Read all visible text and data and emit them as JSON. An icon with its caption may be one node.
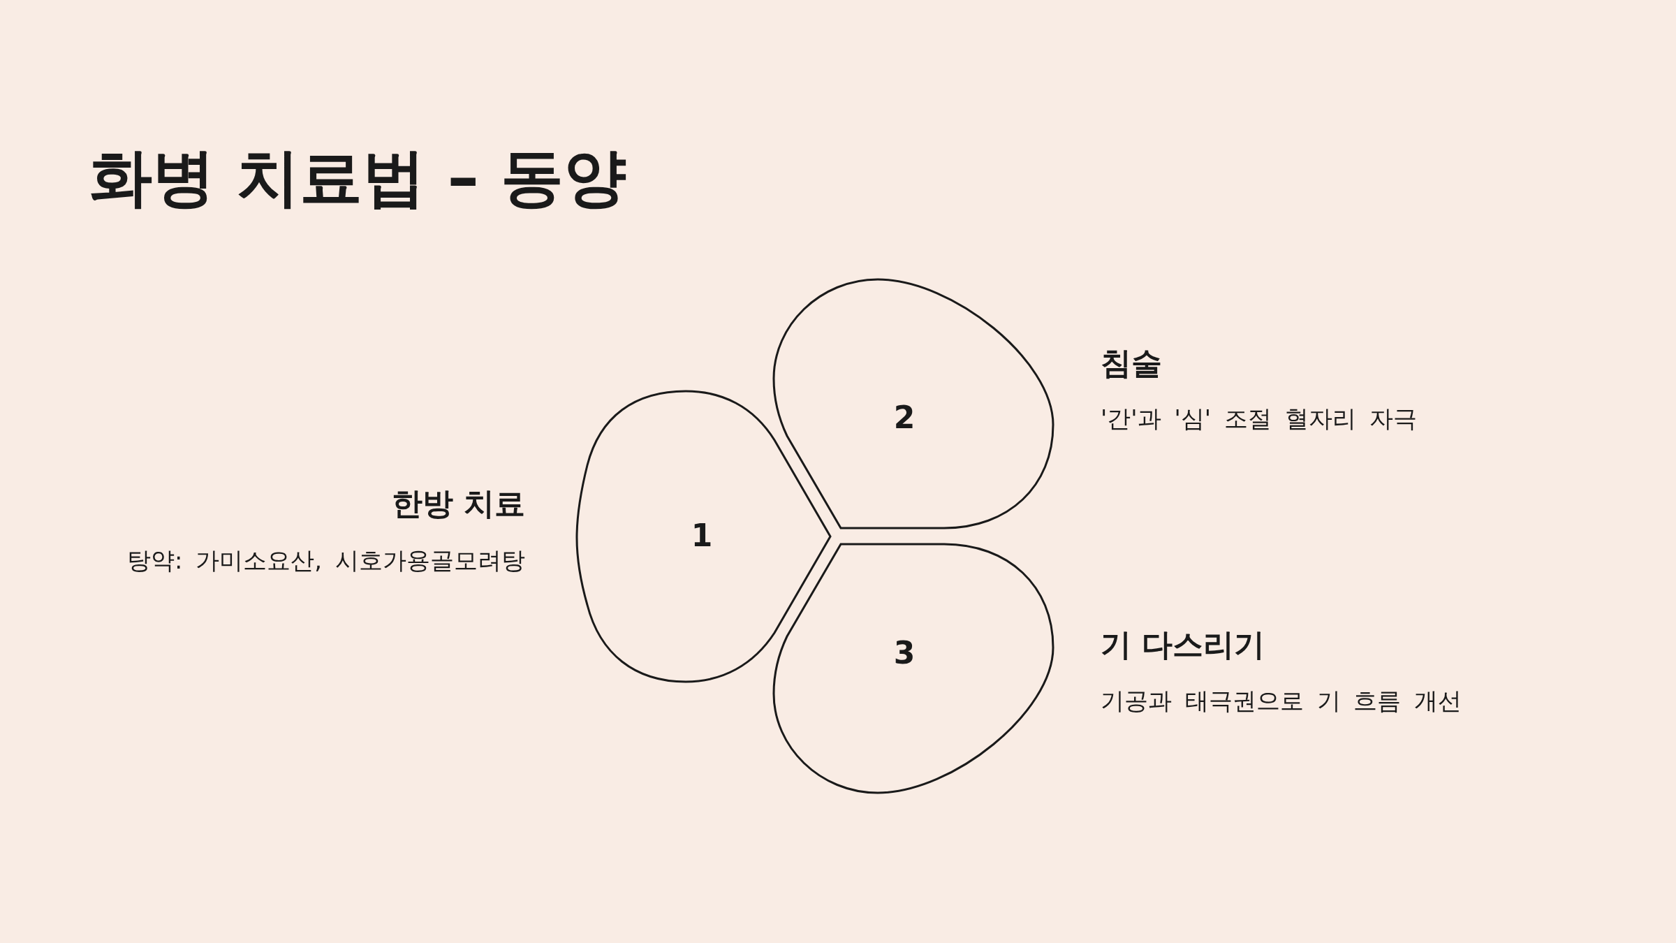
{
  "diagram": {
    "title": "화병 치료법 – 동양",
    "nodes": [
      {
        "text": [
          "1"
        ],
        "beside": [
          "한방 치료",
          "탕약: 가미소요산, 시호가용골모려탕"
        ]
      },
      {
        "text": [
          "2"
        ],
        "beside": [
          "침술",
          "'간'과 '심' 조절 혈자리 자극"
        ]
      },
      {
        "text": [
          "3"
        ],
        "beside": [
          "기 다스리기",
          "기공과 태극권으로 기 흐름 개선"
        ]
      }
    ],
    "edges": []
  }
}
